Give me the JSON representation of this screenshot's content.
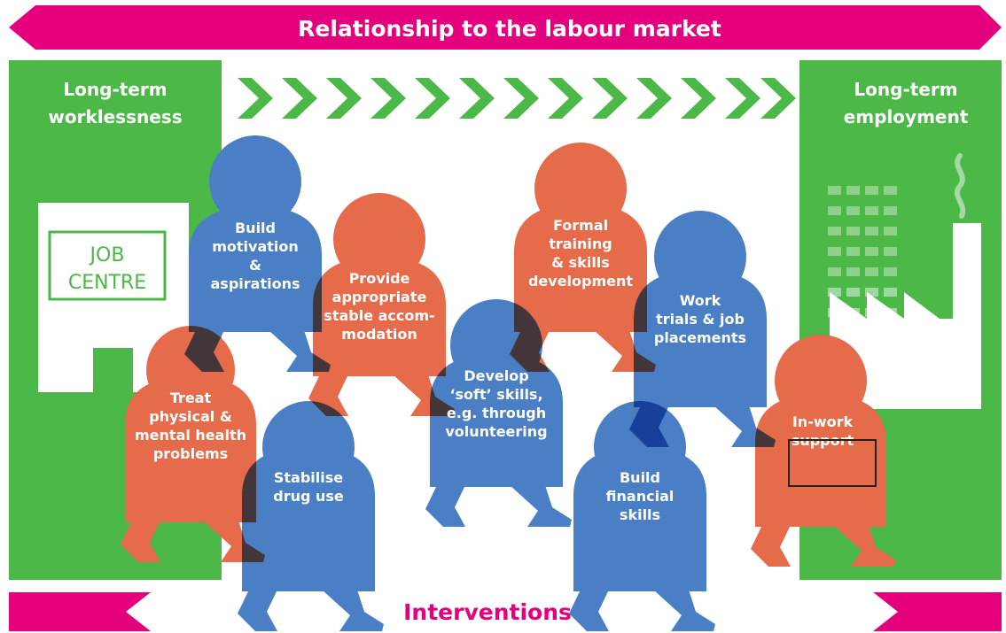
{
  "colors": {
    "pink": "#e5007e",
    "green": "#4cb848",
    "blue": "#4a7fc6",
    "orange": "#e56b4a",
    "overlap_dark": "#6a4a36",
    "white": "#ffffff"
  },
  "header": {
    "title": "Relationship to the labour market"
  },
  "footer": {
    "title": "Interventions"
  },
  "left_panel": {
    "title_line1": "Long-term",
    "title_line2": "worklessness",
    "building": {
      "sign_line1": "JOB",
      "sign_line2": "CENTRE"
    }
  },
  "right_panel": {
    "title_line1": "Long-term",
    "title_line2": "employment",
    "icon": "factory-icon"
  },
  "chevrons": {
    "icon": "chevron-right-icon",
    "count": 13
  },
  "interventions": [
    {
      "id": "motivation",
      "color": "blue",
      "lines": [
        "Build",
        "motivation",
        "&",
        "aspirations"
      ]
    },
    {
      "id": "accommodation",
      "color": "orange",
      "lines": [
        "Provide",
        "appropriate",
        "stable accom-",
        "modation"
      ]
    },
    {
      "id": "training",
      "color": "orange",
      "lines": [
        "Formal",
        "training",
        "& skills",
        "development"
      ]
    },
    {
      "id": "work-trials",
      "color": "blue",
      "lines": [
        "Work",
        "trials & job",
        "placements"
      ]
    },
    {
      "id": "health",
      "color": "orange",
      "lines": [
        "Treat",
        "physical &",
        "mental health",
        "problems"
      ]
    },
    {
      "id": "soft-skills",
      "color": "blue",
      "lines": [
        "Develop",
        "‘soft’ skills,",
        "e.g. through",
        "volunteering"
      ]
    },
    {
      "id": "in-work",
      "color": "orange",
      "lines": [
        "In-work",
        "support"
      ]
    },
    {
      "id": "drug-use",
      "color": "blue",
      "lines": [
        "Stabilise",
        "drug use"
      ]
    },
    {
      "id": "financial",
      "color": "blue",
      "lines": [
        "Build",
        "financial",
        "skills"
      ]
    }
  ]
}
